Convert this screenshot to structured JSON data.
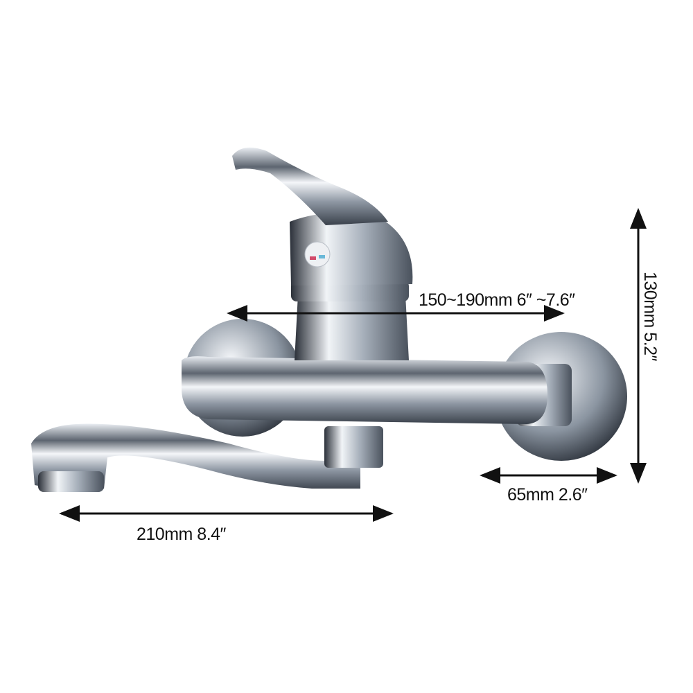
{
  "dimensions": {
    "center_distance": "150~190mm 6″   ~7.6″",
    "spout_length": "210mm 8.4″",
    "depth": "65mm 2.6″",
    "height": "130mm 5.2″"
  },
  "colors": {
    "chrome_light": "#eef1f5",
    "chrome_mid": "#9aa3ae",
    "chrome_dark": "#2a2f38",
    "text": "#111111"
  }
}
